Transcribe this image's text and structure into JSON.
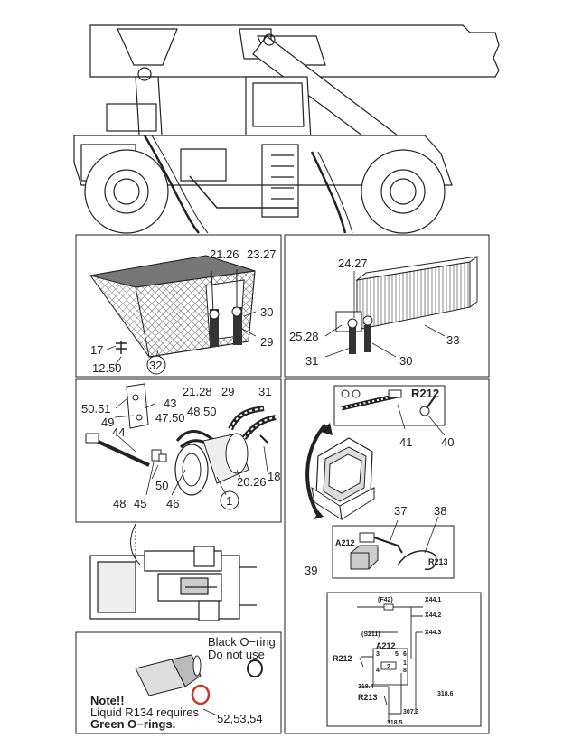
{
  "callouts": {
    "p1": [
      "21.26",
      "23.27",
      "30",
      "29",
      "17",
      "12.50",
      "32"
    ],
    "p2": [
      "24.27",
      "25.28",
      "33",
      "31",
      "30"
    ],
    "p3": [
      "50.51",
      "43",
      "21.28",
      "29",
      "31",
      "49",
      "47.50",
      "48.50",
      "44",
      "18",
      "50",
      "20.26",
      "48",
      "45",
      "46",
      "1"
    ],
    "p4": [
      "R212",
      "41",
      "40",
      "37",
      "38",
      "A212",
      "R213",
      "39"
    ],
    "p5": [
      "52,53,54"
    ]
  },
  "notes": {
    "oring_line1": "Black O−ring",
    "oring_line2": "Do not use",
    "note_title": "Note!!",
    "note_line1": "Liquid R134 requires",
    "note_line2": "Green O−rings."
  },
  "schematic": {
    "fuse": "(F42)",
    "x44_1": "X44.1",
    "x44_2": "X44.2",
    "x44_3": "X44.3",
    "s211": "(S211)",
    "relay": "A212",
    "r212": "R212",
    "r213": "R213",
    "pins": [
      "3",
      "5",
      "6",
      "1",
      "2",
      "4",
      "8"
    ],
    "wires": [
      "318.6",
      "318.4",
      "307.3",
      "318.5"
    ]
  }
}
